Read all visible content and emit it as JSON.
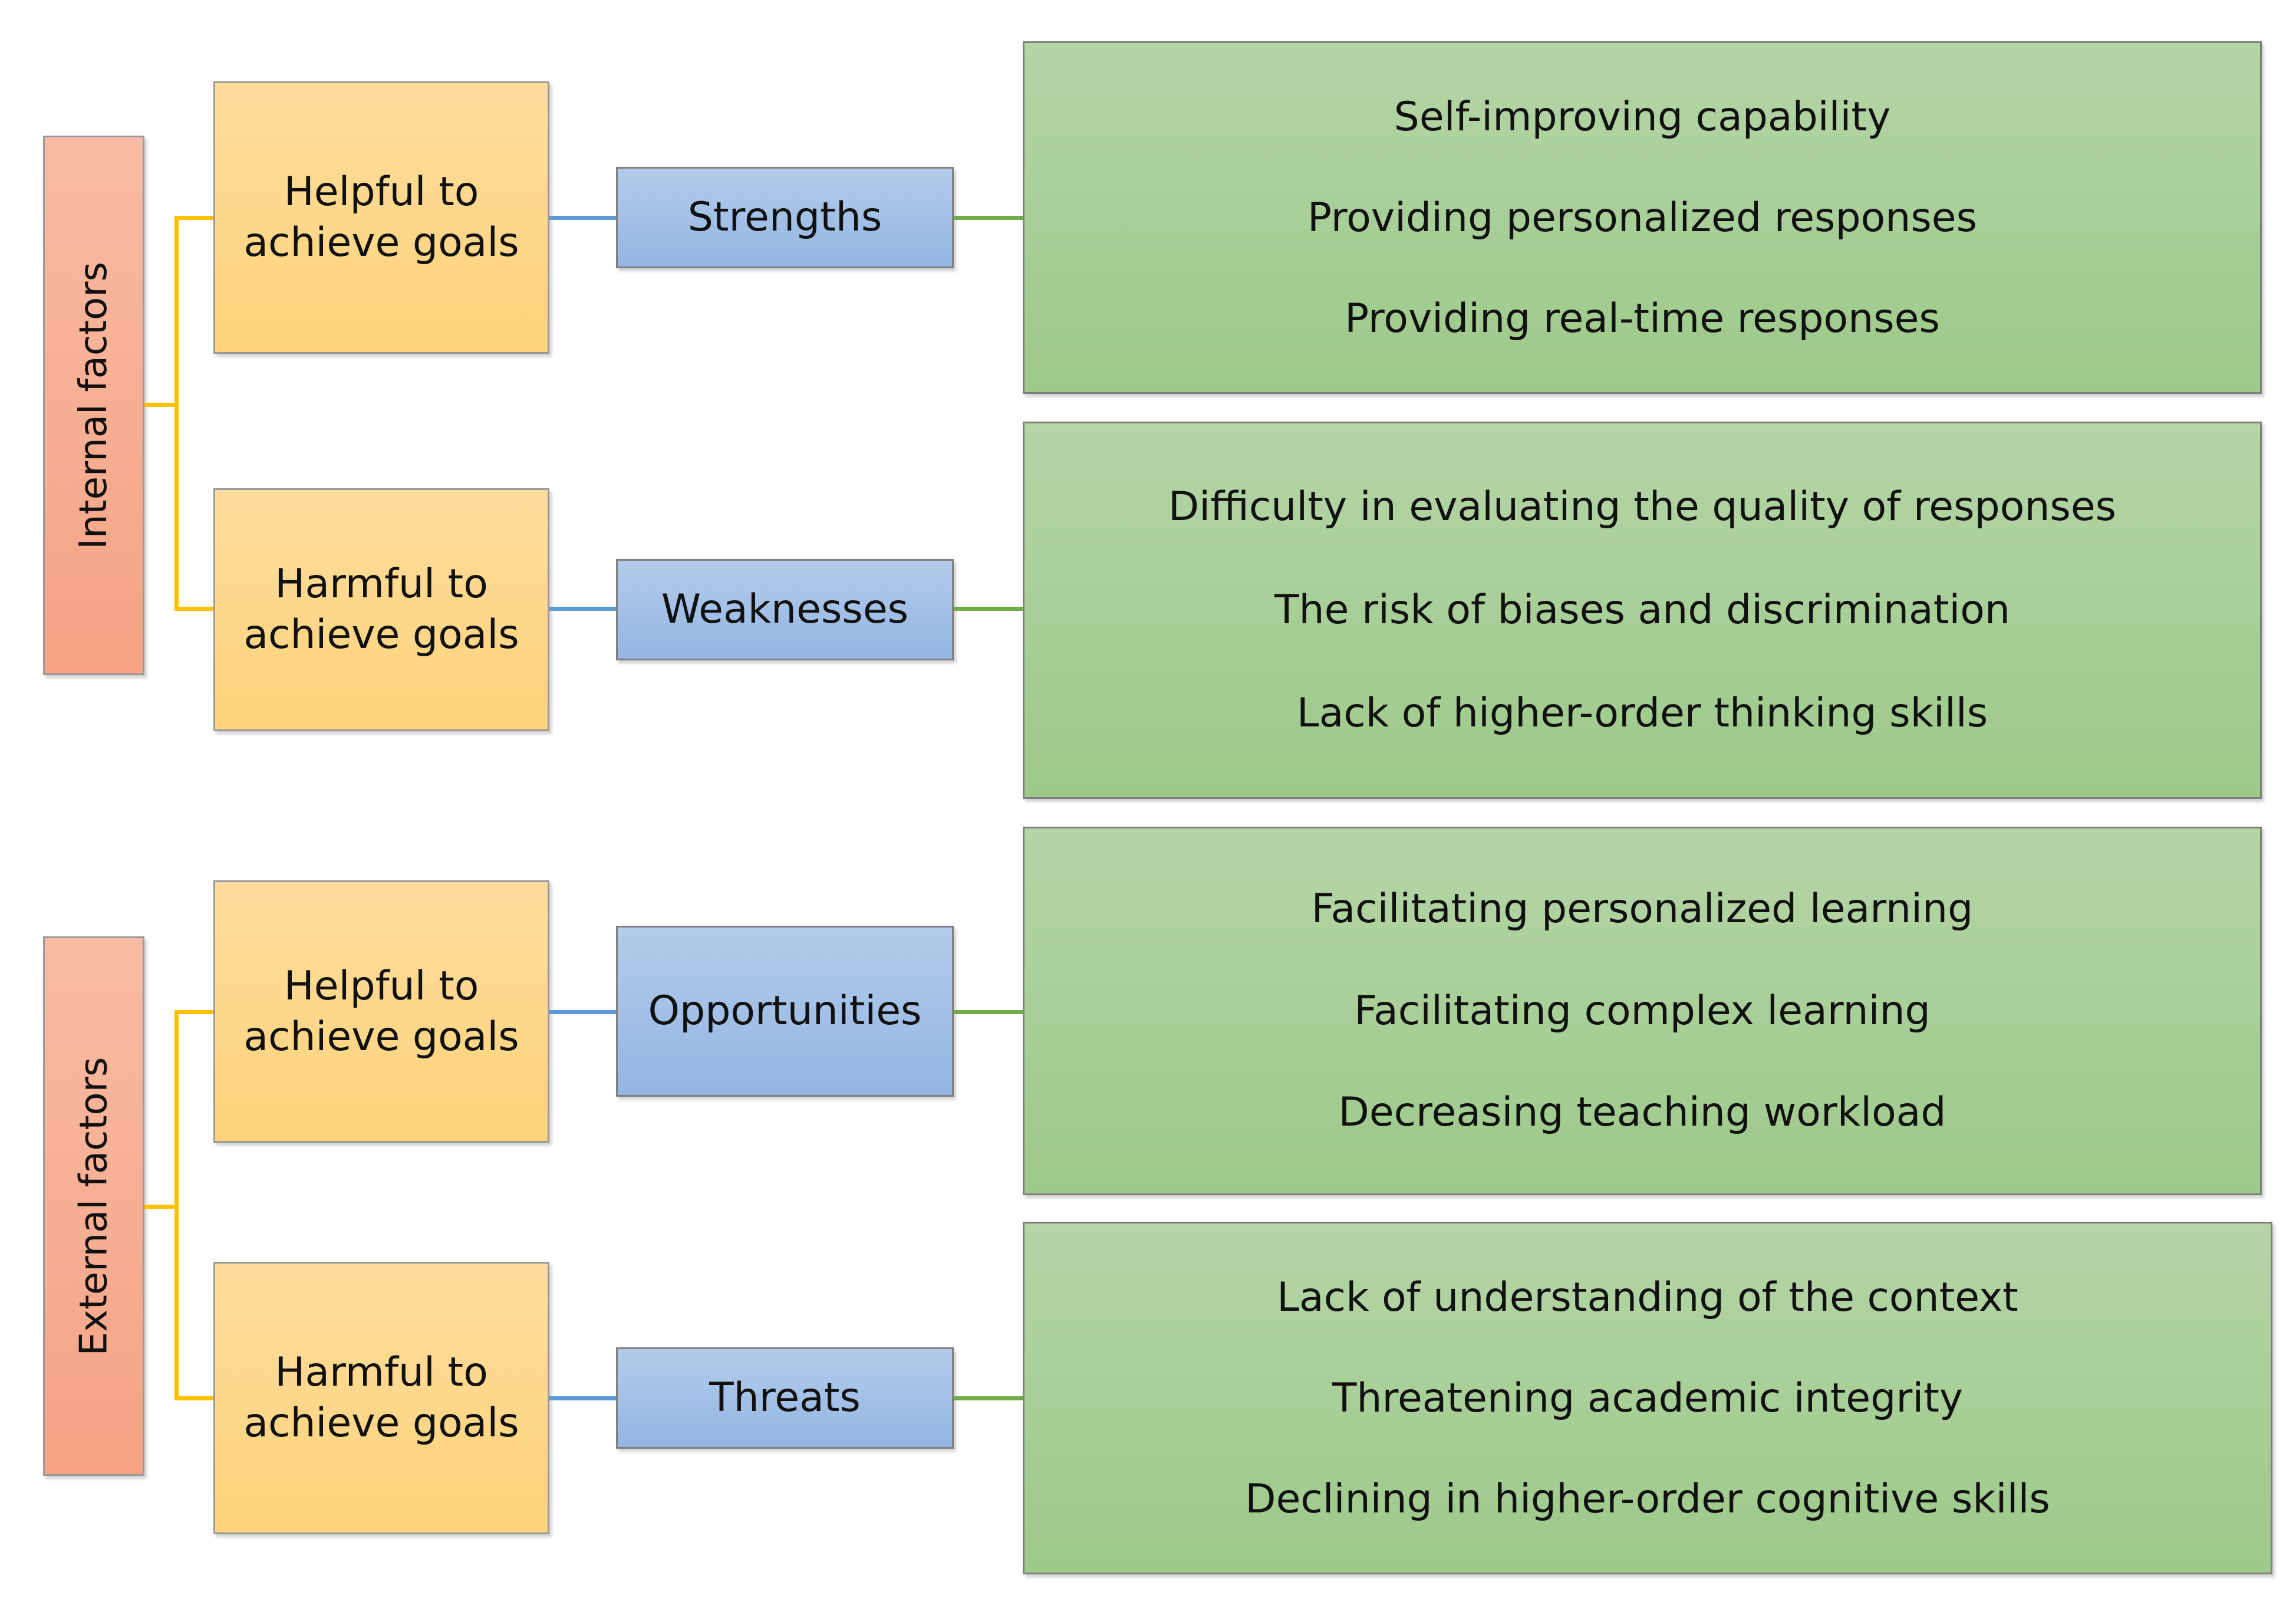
{
  "quadrants": {
    "internal": {
      "factor_label": "Internal factors",
      "helpful": {
        "goal_label": "Helpful to achieve goals",
        "category": "Strengths",
        "items": [
          "Self-improving capability",
          "Providing personalized responses",
          "Providing real-time responses"
        ]
      },
      "harmful": {
        "goal_label": "Harmful to achieve goals",
        "category": "Weaknesses",
        "items": [
          "Difficulty in evaluating the quality of responses",
          "The risk of biases and discrimination",
          "Lack of higher-order thinking skills"
        ]
      }
    },
    "external": {
      "factor_label": "External factors",
      "helpful": {
        "goal_label": "Helpful to achieve goals",
        "category": "Opportunities",
        "items": [
          "Facilitating personalized learning",
          "Facilitating complex learning",
          "Decreasing teaching workload"
        ]
      },
      "harmful": {
        "goal_label": "Harmful to achieve goals",
        "category": "Threats",
        "items": [
          "Lack of understanding of the context",
          "Threatening academic integrity",
          "Declining in higher-order cognitive skills"
        ]
      }
    }
  },
  "colors": {
    "factor_fill": "#f5a384",
    "goal_fill": "#fdd27a",
    "category_fill": "#93b6e2",
    "detail_fill": "#9dc989",
    "bracket_line": "#ffc000",
    "category_connector": "#5b9bd5",
    "detail_connector": "#70ad47"
  }
}
